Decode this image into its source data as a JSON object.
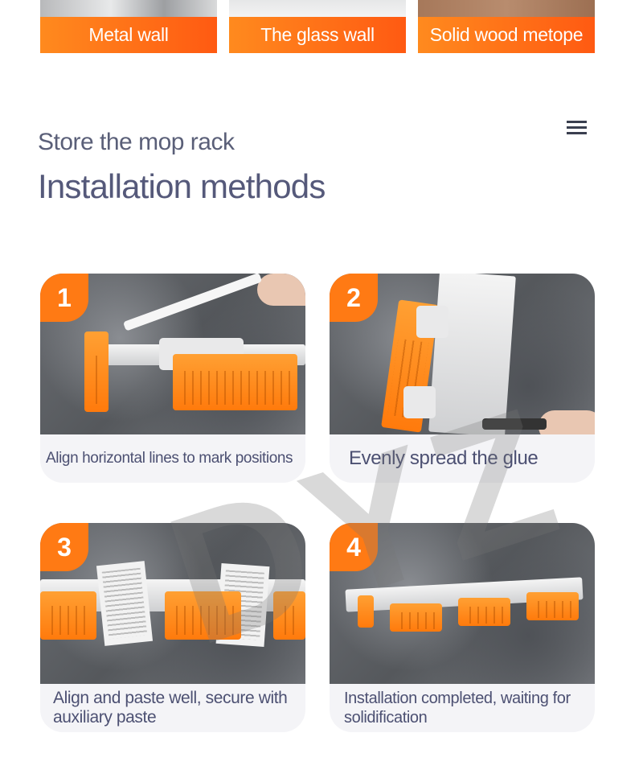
{
  "wall_types": [
    {
      "label": "Metal wall"
    },
    {
      "label": "The glass wall"
    },
    {
      "label": "Solid wood metope"
    }
  ],
  "header": {
    "subtitle": "Store the mop rack",
    "title": "Installation methods",
    "menu_icon": "hamburger-menu-icon"
  },
  "steps": [
    {
      "number": "1",
      "caption": "Align horizontal lines to mark positions"
    },
    {
      "number": "2",
      "caption": "Evenly spread the glue"
    },
    {
      "number": "3",
      "caption": "Align and paste well, secure with auxiliary paste"
    },
    {
      "number": "4",
      "caption": "Installation completed, waiting for solidification"
    }
  ],
  "watermark": "DYZ",
  "colors": {
    "accent_orange": "#ff7a14",
    "heading": "#55597a",
    "caption_bg": "#f4f4f7"
  }
}
